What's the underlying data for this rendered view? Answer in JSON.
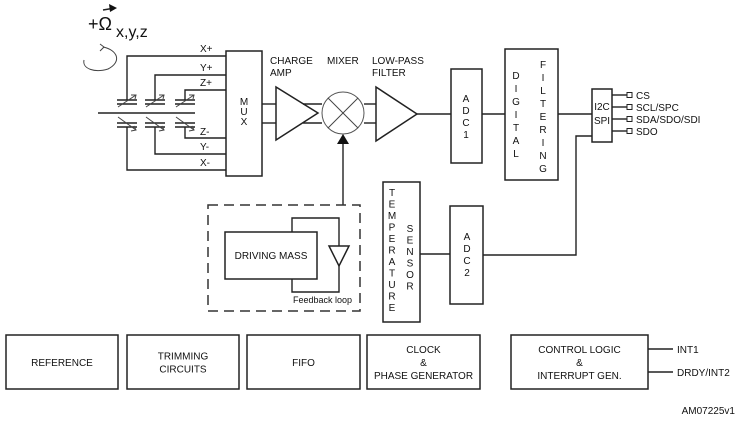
{
  "diagram": {
    "rotation": {
      "symbol": "+Ω",
      "subscript": "x,y,z",
      "icon": "rotation-arrow-icon"
    },
    "mux_inputs": [
      "X+",
      "Y+",
      "Z+",
      "Z-",
      "Y-",
      "X-"
    ],
    "mux_label": [
      "M",
      "U",
      "X"
    ],
    "charge_amp_label": [
      "CHARGE",
      "AMP"
    ],
    "mixer_label": "MIXER",
    "lowpass_label": [
      "LOW-PASS",
      "FILTER"
    ],
    "adc1_label": [
      "A",
      "D",
      "C",
      "1"
    ],
    "digital_label": [
      "D",
      "I",
      "G",
      "I",
      "T",
      "A",
      "L"
    ],
    "filtering_label": [
      "F",
      "I",
      "L",
      "T",
      "E",
      "R",
      "I",
      "N",
      "G"
    ],
    "interface_label": [
      "I2C",
      "SPI"
    ],
    "interface_pins": [
      "CS",
      "SCL/SPC",
      "SDA/SDO/SDI",
      "SDO"
    ],
    "driving_mass_label": "DRIVING MASS",
    "feedback_label": "Feedback loop",
    "temperature_label": [
      "T",
      "E",
      "M",
      "P",
      "E",
      "R",
      "A",
      "T",
      "U",
      "R",
      "E"
    ],
    "sensor_label": [
      "S",
      "E",
      "N",
      "S",
      "O",
      "R"
    ],
    "adc2_label": [
      "A",
      "D",
      "C",
      "2"
    ],
    "bottom_blocks": [
      {
        "id": "reference",
        "lines": [
          "REFERENCE"
        ]
      },
      {
        "id": "trimming",
        "lines": [
          "TRIMMING",
          "CIRCUITS"
        ]
      },
      {
        "id": "fifo",
        "lines": [
          "FIFO"
        ]
      },
      {
        "id": "clock",
        "lines": [
          "CLOCK",
          "&",
          "PHASE GENERATOR"
        ]
      },
      {
        "id": "control",
        "lines": [
          "CONTROL LOGIC",
          "&",
          "INTERRUPT GEN."
        ]
      }
    ],
    "interrupt_outputs": [
      "INT1",
      "DRDY/INT2"
    ],
    "figure_id": "AM07225v1"
  }
}
